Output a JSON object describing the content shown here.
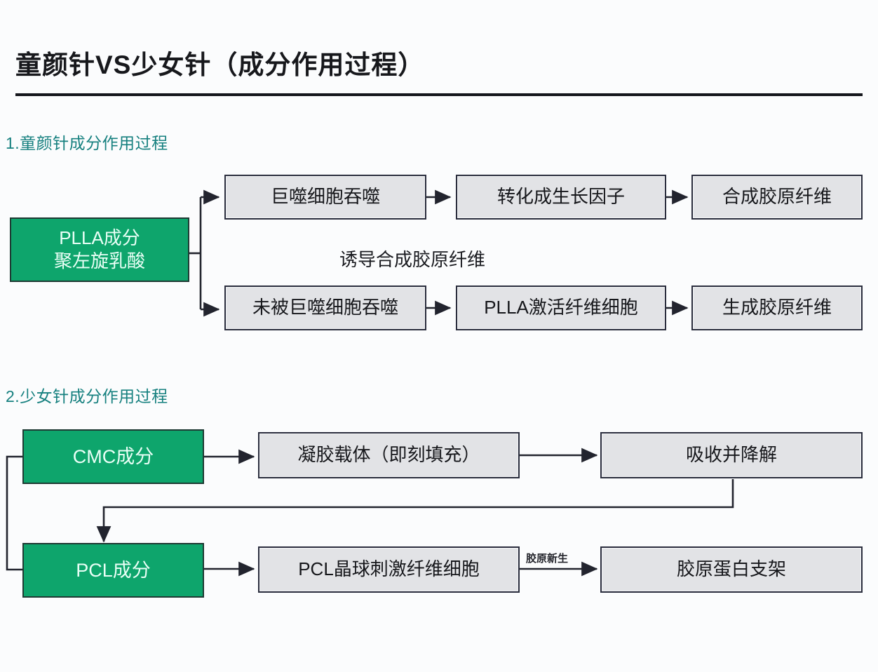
{
  "page": {
    "title": "童颜针VS少女针（成分作用过程）"
  },
  "sections": [
    {
      "heading": "1.童颜针成分作用过程"
    },
    {
      "heading": "2.少女针成分作用过程"
    }
  ],
  "colors": {
    "accent_green": "#0ea56c",
    "heading_teal": "#16807f",
    "box_gray": "#e2e3e6",
    "border_dark": "#2a2d3d",
    "background": "#fbfcfd"
  },
  "diagram_1": {
    "source": {
      "line1": "PLLA成分",
      "line2": "聚左旋乳酸"
    },
    "branch_label": "诱导合成胶原纤维",
    "top_path": [
      "巨噬细胞吞噬",
      "转化成生长因子",
      "合成胶原纤维"
    ],
    "bottom_path": [
      "未被巨噬细胞吞噬",
      "PLLA激活纤维细胞",
      "生成胶原纤维"
    ]
  },
  "diagram_2": {
    "source_top": "CMC成分",
    "source_bottom": "PCL成分",
    "top_path": [
      "凝胶载体（即刻填充）",
      "吸收并降解"
    ],
    "bottom_path": [
      "PCL晶球刺激纤维细胞",
      "胶原蛋白支架"
    ],
    "edge_label": "胶原新生"
  }
}
